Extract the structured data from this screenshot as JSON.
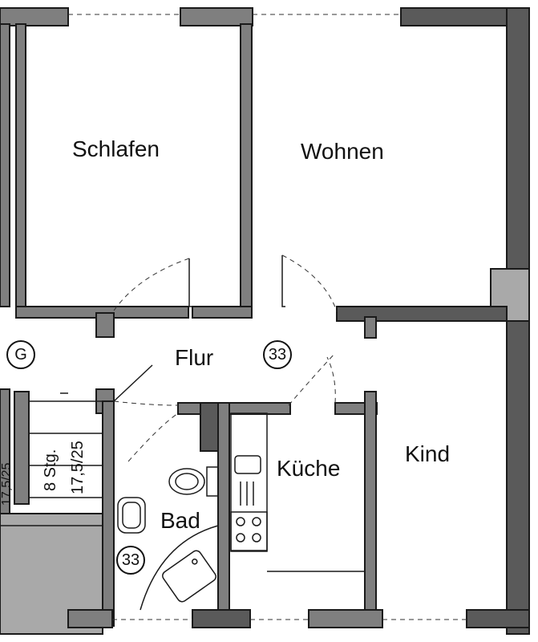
{
  "rooms": {
    "schlafen": "Schlafen",
    "wohnen": "Wohnen",
    "flur": "Flur",
    "kueche": "Küche",
    "kind": "Kind",
    "bad": "Bad"
  },
  "markers": {
    "stairwell": "G",
    "flat_main": "33",
    "flat_bath": "33"
  },
  "stairs": {
    "steps": "8 Stg.",
    "dimension": "17,5/25",
    "dimension_cut": "17,5/25"
  },
  "colors": {
    "wall": "#7f7f7f",
    "wall_dark": "#5a5a5a",
    "line": "#1a1a1a"
  }
}
